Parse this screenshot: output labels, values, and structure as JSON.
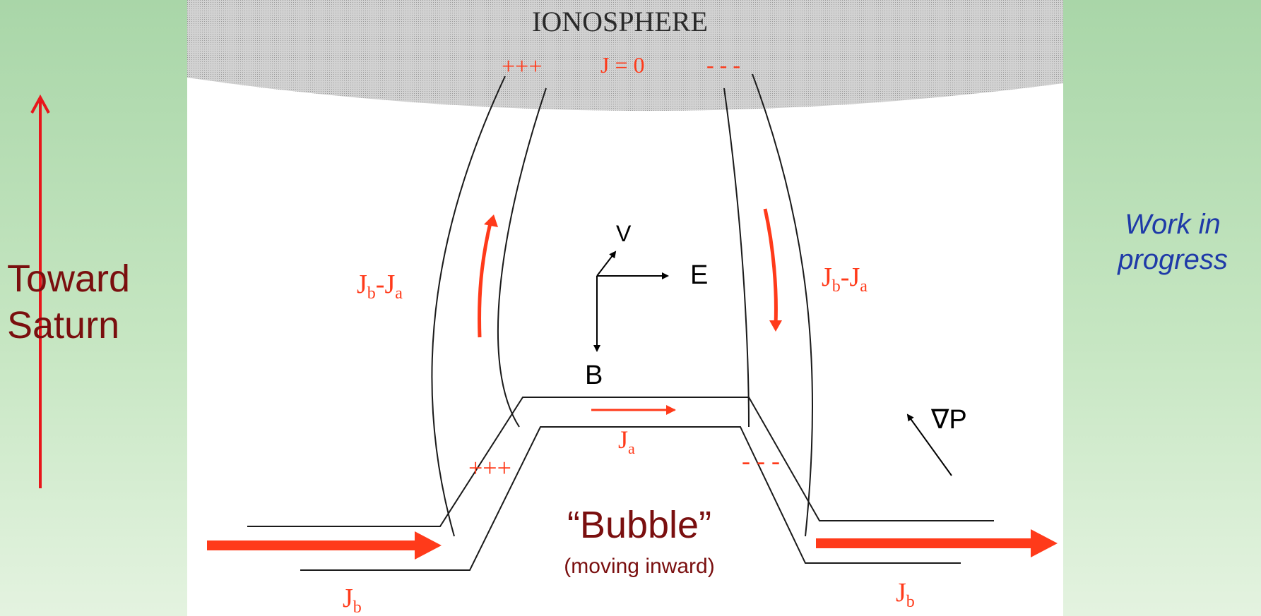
{
  "left_label": {
    "line1": "Toward",
    "line2": "Saturn"
  },
  "right_note": {
    "line1": "Work in",
    "line2": "progress"
  },
  "diagram": {
    "ionosphere_label": "IONOSPHERE",
    "iono_plus": "+++",
    "iono_j": "J = 0",
    "iono_minus": "- - -",
    "current_left": {
      "main": "J",
      "sub1": "b",
      "dash": "-",
      "main2": "J",
      "sub2": "a"
    },
    "current_right": {
      "main": "J",
      "sub1": "b",
      "dash": "-",
      "main2": "J",
      "sub2": "a"
    },
    "axis_v": "V",
    "axis_e": "E",
    "axis_b": "B",
    "ja": {
      "main": "J",
      "sub": "a"
    },
    "charge_left": "+++",
    "charge_right": "- - -",
    "grad_p": "∇P",
    "bubble_title": "“Bubble”",
    "bubble_sub": "(moving inward)",
    "jb_left": {
      "main": "J",
      "sub": "b"
    },
    "jb_right": {
      "main": "J",
      "sub": "b"
    }
  },
  "colors": {
    "red": "#ff3a1a",
    "arrow_red": "#e8161b",
    "dark_red": "#7a0f0f",
    "blue_italic": "#1f3aa8",
    "ionosphere": "#c9c9c9"
  }
}
